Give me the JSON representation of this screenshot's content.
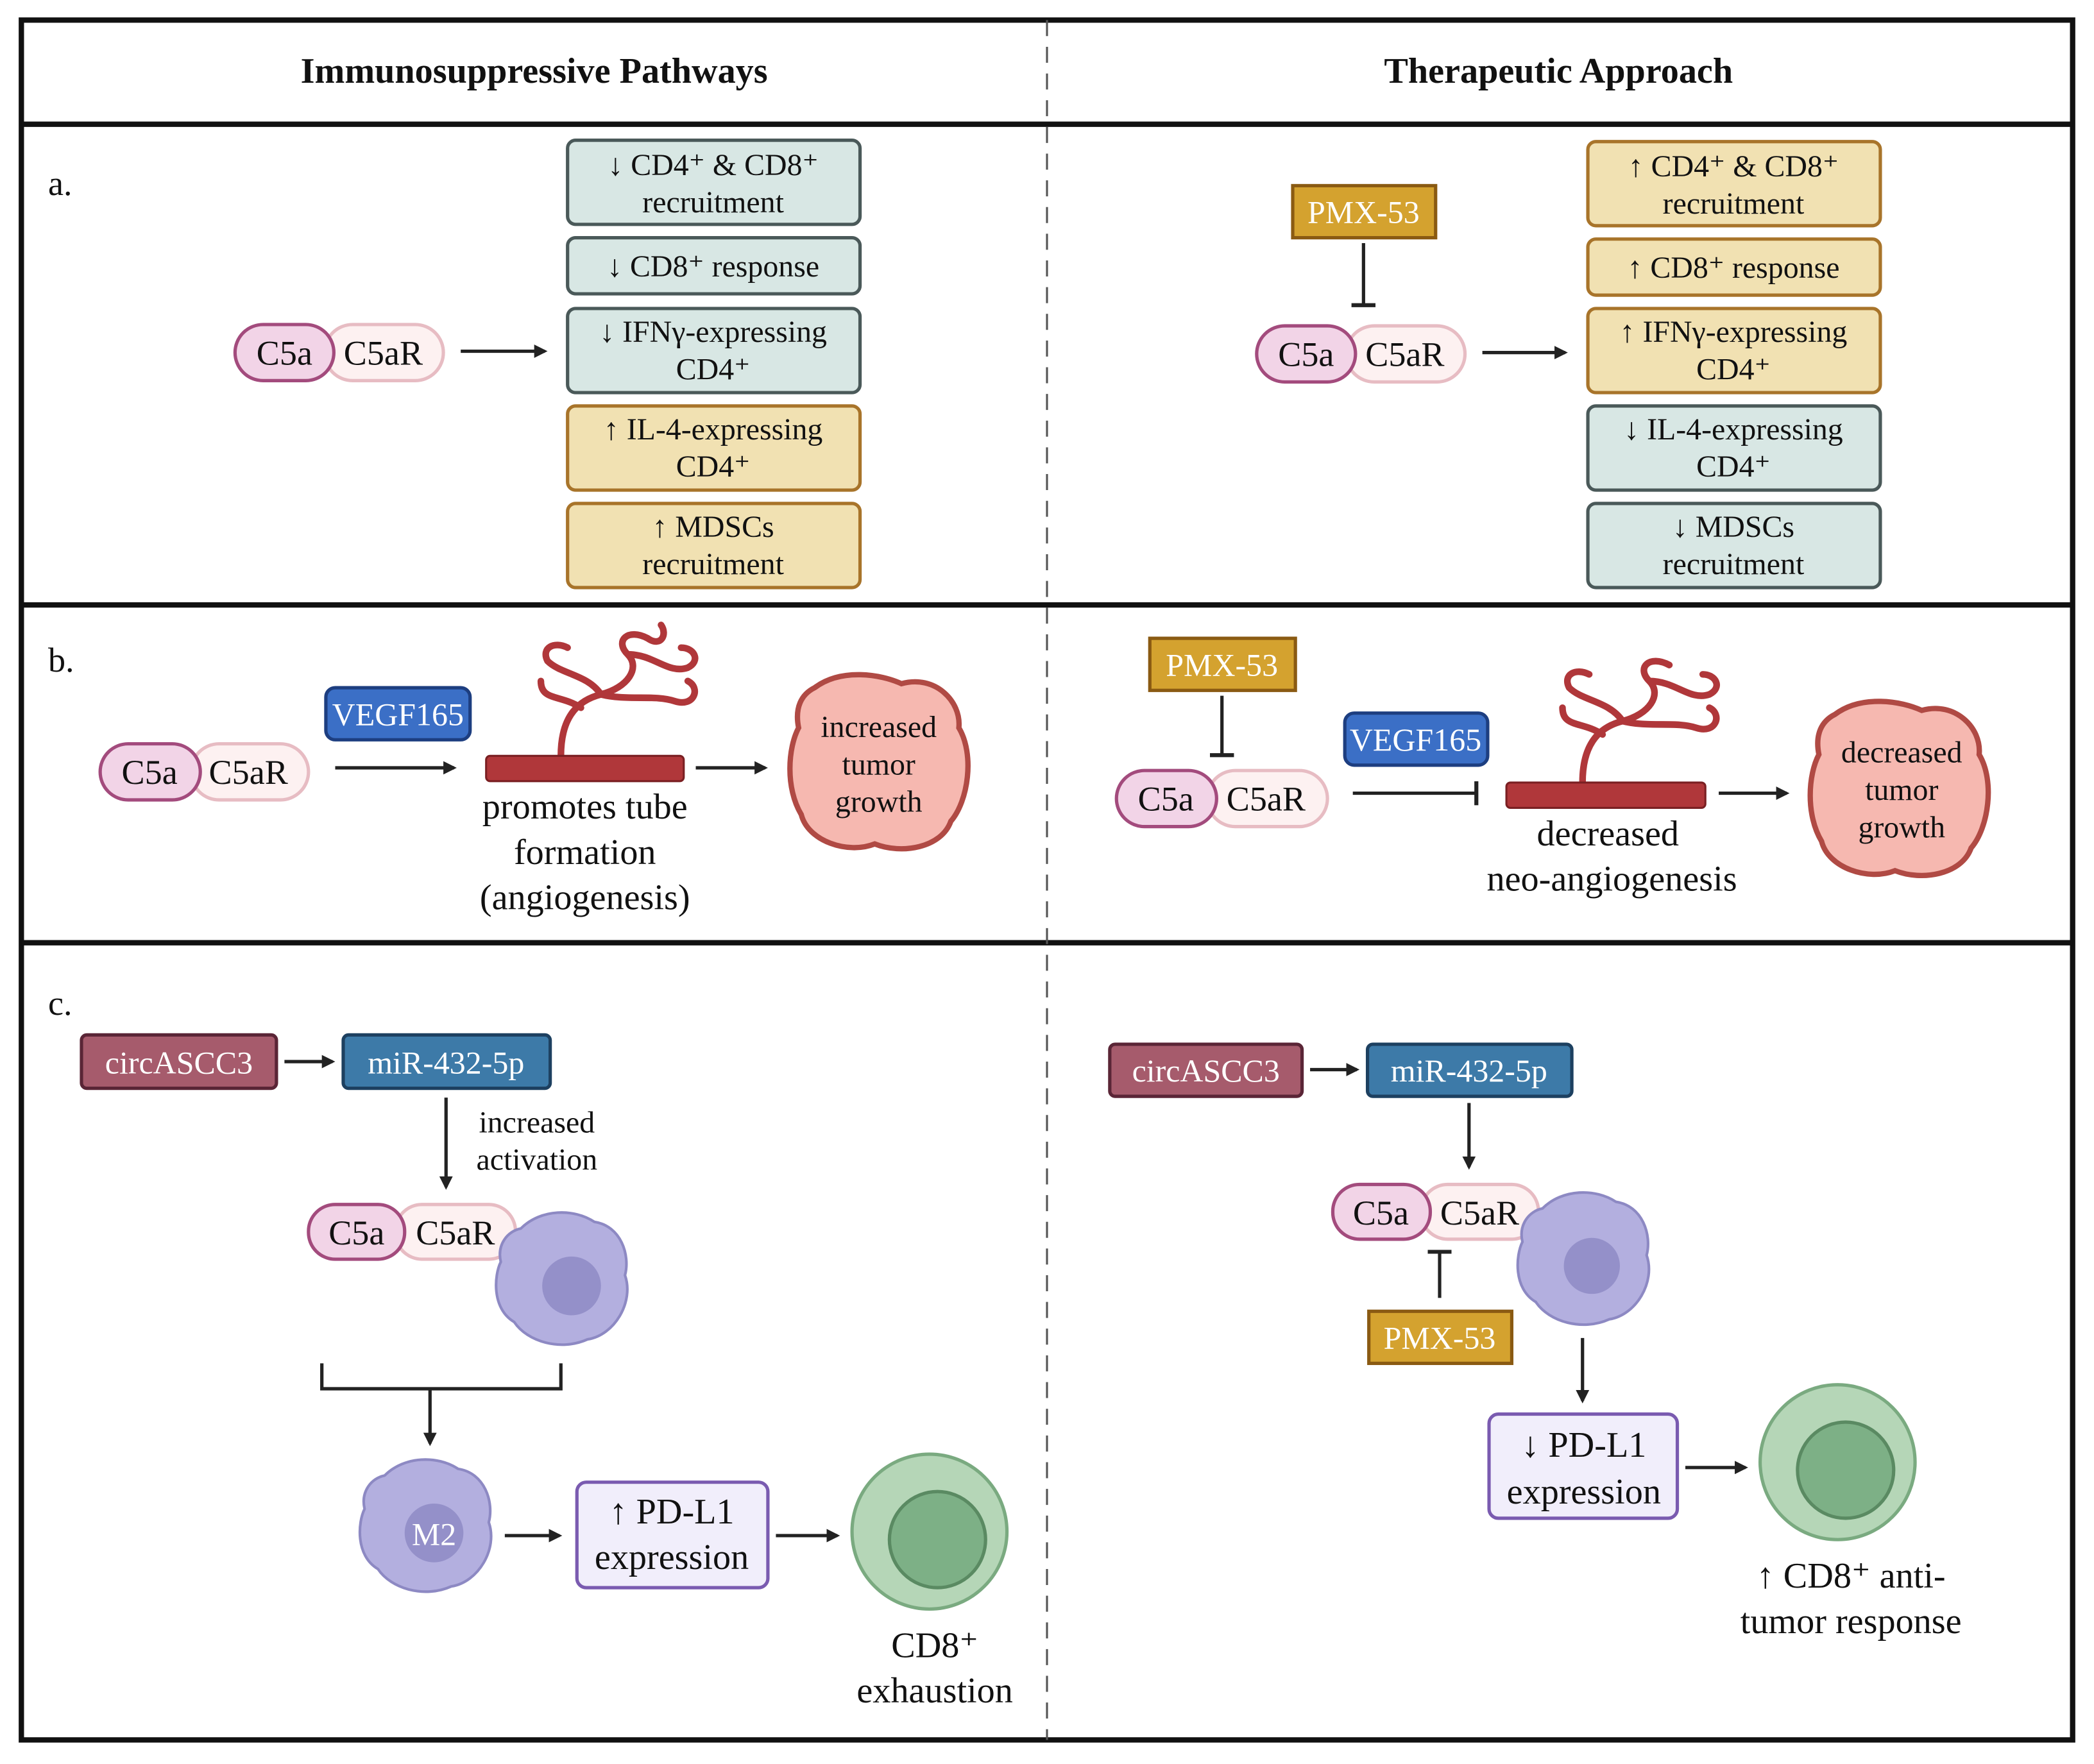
{
  "headers": {
    "left": "Immunosuppressive Pathways",
    "right": "Therapeutic Approach"
  },
  "panel_a": {
    "label": "a.",
    "c5a": "C5a",
    "c5ar": "C5aR",
    "pmx": "PMX-53",
    "left_boxes": [
      {
        "lines": [
          "↓ CD4⁺ & CD8⁺",
          "recruitment"
        ],
        "color": "#d8e7e4"
      },
      {
        "lines": [
          "↓ CD8⁺ response"
        ],
        "color": "#d8e7e4"
      },
      {
        "lines": [
          "↓ IFNγ-expressing",
          "CD4⁺"
        ],
        "color": "#d8e7e4"
      },
      {
        "lines": [
          "↑ IL-4-expressing",
          "CD4⁺"
        ],
        "color": "#f1e1b2"
      },
      {
        "lines": [
          "↑ MDSCs",
          "recruitment"
        ],
        "color": "#f1e1b2"
      }
    ],
    "right_boxes": [
      {
        "lines": [
          "↑ CD4⁺ & CD8⁺",
          "recruitment"
        ],
        "color": "#f1e1b2"
      },
      {
        "lines": [
          "↑ CD8⁺ response"
        ],
        "color": "#f1e1b2"
      },
      {
        "lines": [
          "↑ IFNγ-expressing",
          "CD4⁺"
        ],
        "color": "#f1e1b2"
      },
      {
        "lines": [
          "↓ IL-4-expressing",
          "CD4⁺"
        ],
        "color": "#d8e7e4"
      },
      {
        "lines": [
          "↓ MDSCs",
          "recruitment"
        ],
        "color": "#d8e7e4"
      }
    ]
  },
  "panel_b": {
    "label": "b.",
    "c5a": "C5a",
    "c5ar": "C5aR",
    "vegf": "VEGF165",
    "pmx": "PMX-53",
    "left_caption": [
      "promotes tube",
      "formation",
      "(angiogenesis)"
    ],
    "left_tumor": [
      "increased",
      "tumor",
      "growth"
    ],
    "right_caption": [
      "decreased",
      "neo-angiogenesis"
    ],
    "right_tumor": [
      "decreased",
      "tumor",
      "growth"
    ]
  },
  "panel_c": {
    "label": "c.",
    "circ": "circASCC3",
    "mir": "miR-432-5p",
    "c5a": "C5a",
    "c5ar": "C5aR",
    "pmx": "PMX-53",
    "activation": [
      "increased",
      "activation"
    ],
    "m2": "M2",
    "left_pdl1": [
      "↑ PD-L1",
      "expression"
    ],
    "left_outcome": [
      "CD8⁺",
      "exhaustion"
    ],
    "right_pdl1": [
      "↓ PD-L1",
      "expression"
    ],
    "right_outcome": [
      "↑ CD8⁺ anti-",
      "tumor response"
    ]
  }
}
